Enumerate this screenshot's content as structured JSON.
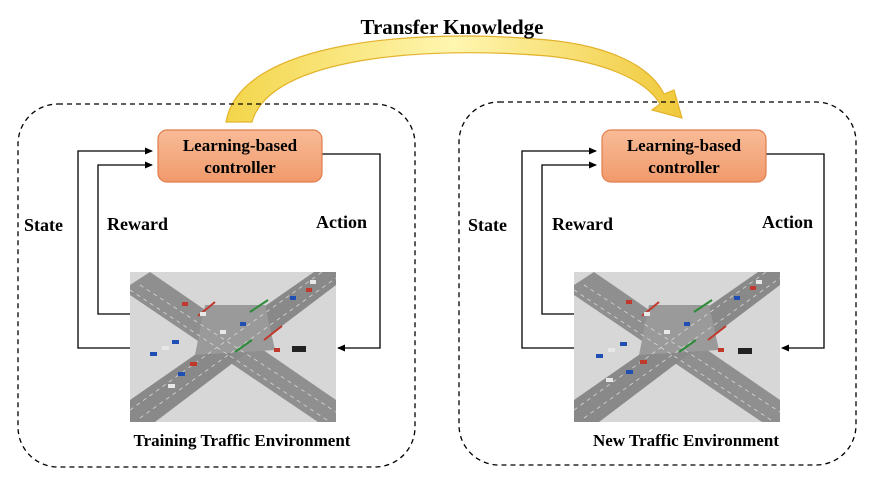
{
  "title": "Transfer Knowledge",
  "colors": {
    "controller_fill": "#f4a77e",
    "controller_stroke": "#e07d4e",
    "transfer_arrow_light": "#fff4a0",
    "transfer_arrow_dark": "#e8b830",
    "road": "#8c8c8c",
    "ground": "#d7d7d7"
  },
  "panels": [
    {
      "controller_line1": "Learning-based",
      "controller_line2": "controller",
      "state": "State",
      "reward": "Reward",
      "action": "Action",
      "caption": "Training Traffic  Environment"
    },
    {
      "controller_line1": "Learning-based",
      "controller_line2": "controller",
      "state": "State",
      "reward": "Reward",
      "action": "Action",
      "caption": "New Traffic Environment"
    }
  ]
}
